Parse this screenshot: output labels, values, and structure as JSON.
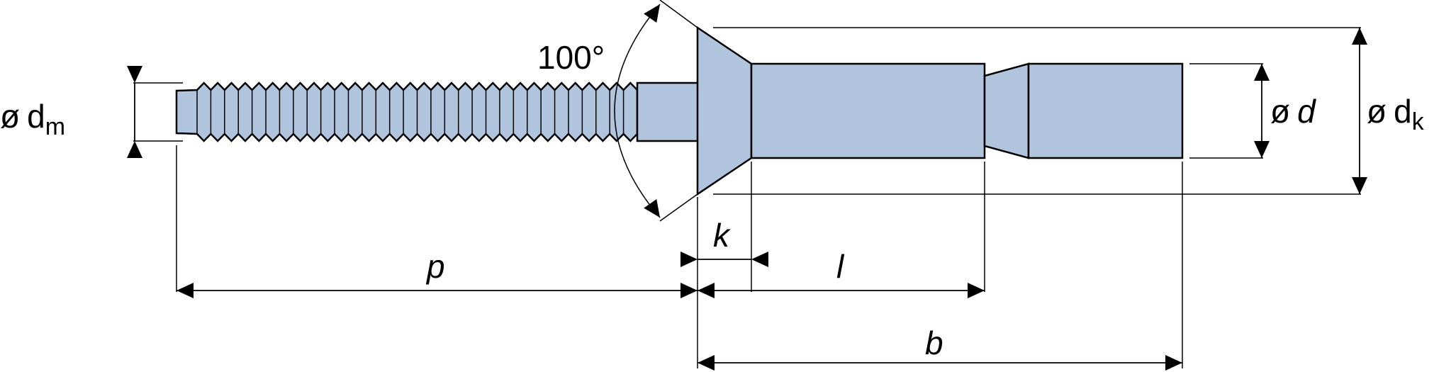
{
  "title": "Countersunk blind rivet dimension drawing",
  "colors": {
    "part_fill": "#b0c4de",
    "line": "#000000"
  },
  "labels": {
    "diameter_symbol": "ø",
    "dm_main": "d",
    "dm_sub": "m",
    "d": "d",
    "dk_main": "d",
    "dk_sub": "k",
    "angle": "100°",
    "p": "p",
    "k": "k",
    "l": "l",
    "b": "b"
  }
}
